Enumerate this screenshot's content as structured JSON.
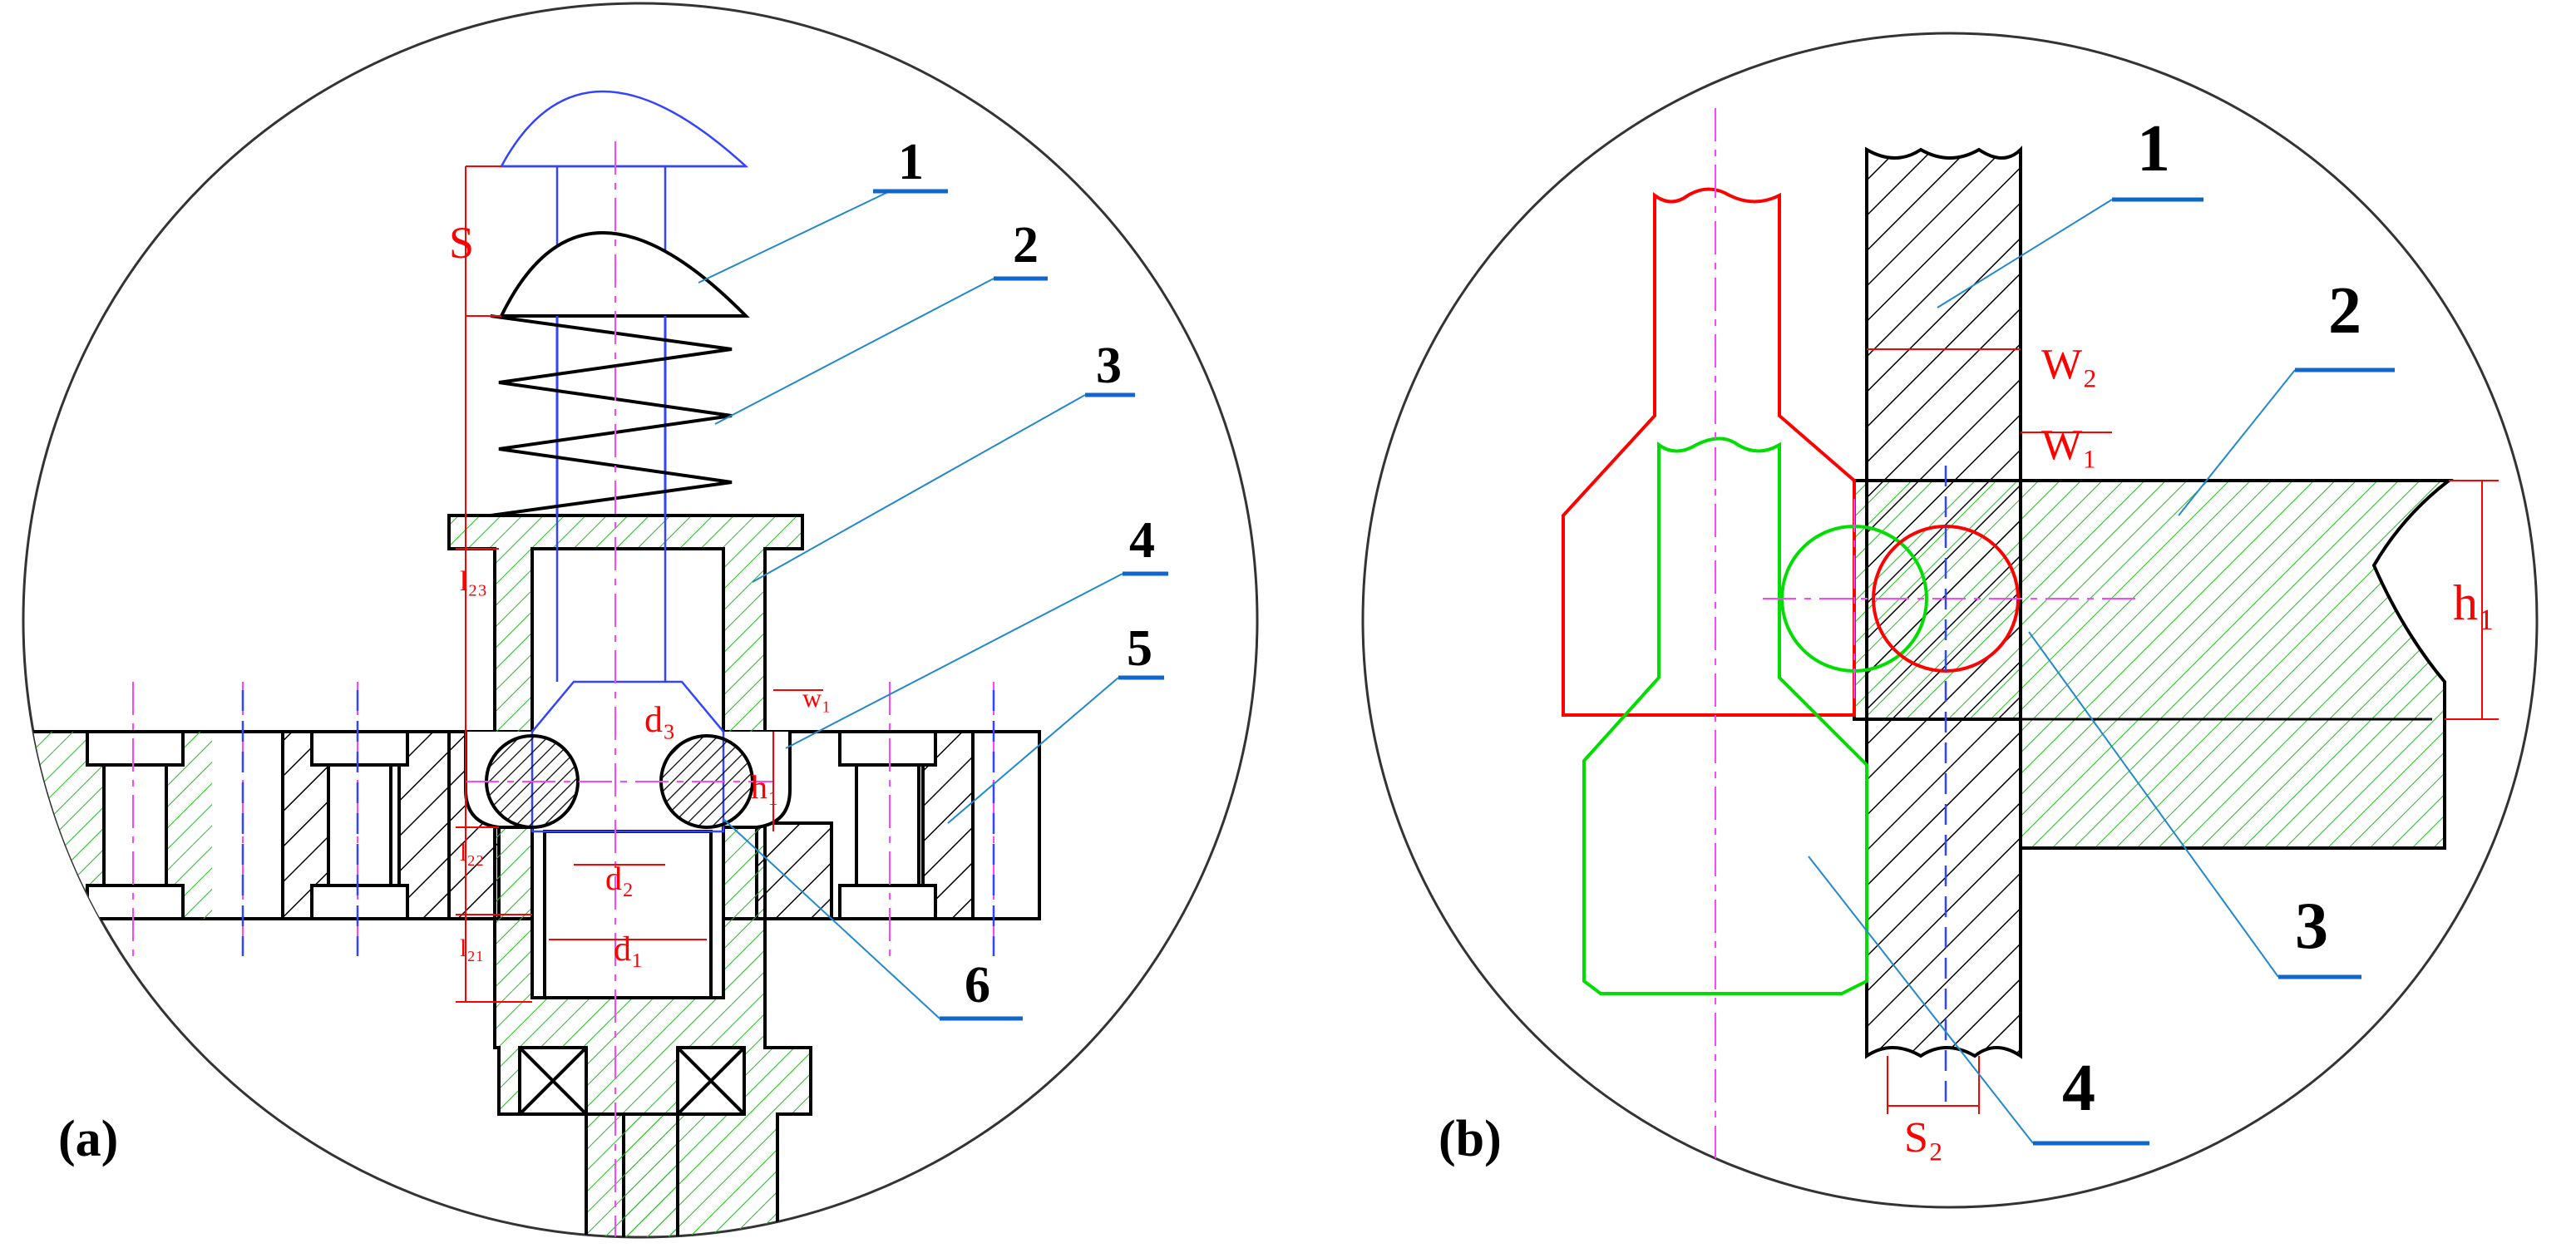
{
  "panels": {
    "a": {
      "label": "(a)",
      "parts": [
        "1",
        "2",
        "3",
        "4",
        "5",
        "6"
      ],
      "dims": {
        "s": "S",
        "l23": "l₂₃",
        "l22": "l₂₂",
        "l21": "l₂₁",
        "d3": "d₃",
        "w1": "w₁",
        "h1": "h₁",
        "d2": "d₂",
        "d1": "d₁"
      }
    },
    "b": {
      "label": "(b)",
      "parts": [
        "1",
        "2",
        "3",
        "4"
      ],
      "dims": {
        "w2": "W₂",
        "w1": "W₁",
        "h1": "h₁",
        "s2": "S₂"
      }
    }
  },
  "colors": {
    "outline": "#000000",
    "dimension": "#ff0000",
    "hatch_green": "#22bb22",
    "phantom_blue": "#3344ff",
    "centerline": "#ff44ff",
    "leader": "#2288cc",
    "label_underline": "#1166cc",
    "red_part": "#ff0000",
    "green_part": "#00dd00"
  }
}
